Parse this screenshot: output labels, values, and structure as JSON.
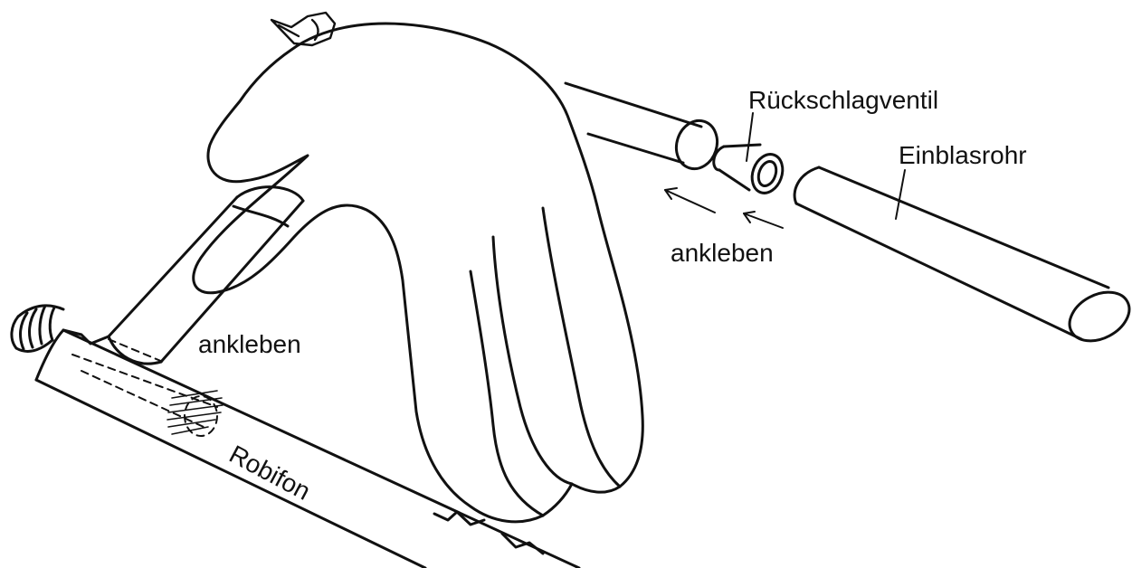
{
  "labels": {
    "check_valve": "Rückschlagventil",
    "blow_tube": "Einblasrohr",
    "glue_right": "ankleben",
    "glue_left": "ankleben",
    "robifon": "Robifon"
  },
  "icons": {
    "glove": "glove-icon",
    "tube": "tube-icon",
    "valve": "valve-icon",
    "arrow": "arrow-left-icon"
  },
  "colors": {
    "ink": "#111111",
    "background": "#ffffff"
  }
}
